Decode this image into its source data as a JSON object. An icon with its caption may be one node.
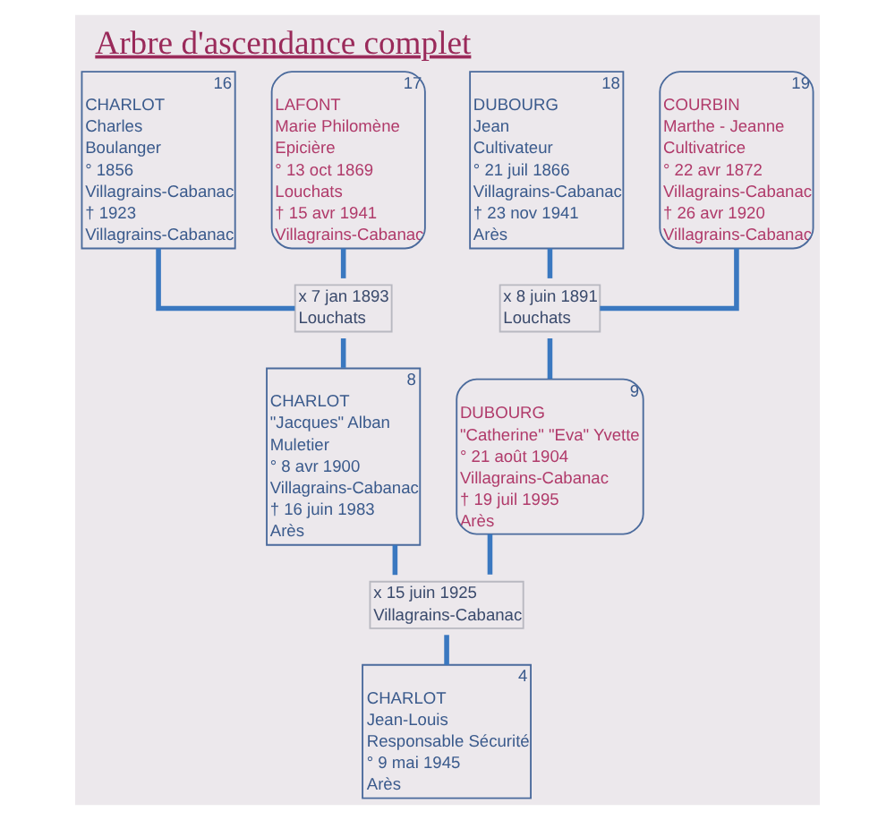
{
  "diagram": {
    "title": "Arbre d'ascendance complet",
    "nodes": [
      {
        "text": [
          "16",
          "CHARLOT",
          "Charles",
          "Boulanger",
          "° 1856",
          "Villagrains-Cabanac",
          "† 1923",
          "Villagrains-Cabanac"
        ]
      },
      {
        "text": [
          "17",
          "LAFONT",
          "Marie Philomène",
          "Epicière",
          "° 13 oct 1869",
          "Louchats",
          "† 15 avr 1941",
          "Villagrains-Cabanac"
        ]
      },
      {
        "text": [
          "18",
          "DUBOURG",
          "Jean",
          "Cultivateur",
          "° 21 juil 1866",
          "Villagrains-Cabanac",
          "† 23 nov 1941",
          "Arès"
        ]
      },
      {
        "text": [
          "19",
          "COURBIN",
          "Marthe - Jeanne",
          "Cultivatrice",
          "° 22 avr 1872",
          "Villagrains-Cabanac",
          "† 26 avr 1920",
          "Villagrains-Cabanac"
        ]
      },
      {
        "text": [
          "x 7 jan 1893",
          "Louchats"
        ]
      },
      {
        "text": [
          "x 8 juin 1891",
          "Louchats"
        ]
      },
      {
        "text": [
          "8",
          "CHARLOT",
          "\"Jacques\" Alban",
          "Muletier",
          "° 8 avr 1900",
          "Villagrains-Cabanac",
          "† 16 juin 1983",
          "Arès"
        ]
      },
      {
        "text": [
          "9",
          "DUBOURG",
          "\"Catherine\" \"Eva\" Yvette",
          "° 21 août 1904",
          "Villagrains-Cabanac",
          "† 19 juil 1995",
          "Arès"
        ]
      },
      {
        "text": [
          "x 15 juin 1925",
          "Villagrains-Cabanac"
        ]
      },
      {
        "text": [
          "4",
          "CHARLOT",
          "Jean-Louis",
          "Responsable Sécurité",
          "° 9 mai 1945",
          "Arès"
        ]
      }
    ],
    "edges": [
      {
        "from": 0,
        "to": 4,
        "arrow": "none"
      },
      {
        "from": 1,
        "to": 4,
        "arrow": "none"
      },
      {
        "from": 4,
        "to": 6,
        "arrow": "none"
      },
      {
        "from": 2,
        "to": 5,
        "arrow": "none"
      },
      {
        "from": 3,
        "to": 5,
        "arrow": "none"
      },
      {
        "from": 5,
        "to": 7,
        "arrow": "none"
      },
      {
        "from": 6,
        "to": 8,
        "arrow": "none"
      },
      {
        "from": 7,
        "to": 8,
        "arrow": "none"
      },
      {
        "from": 8,
        "to": 9,
        "arrow": "none"
      }
    ]
  }
}
